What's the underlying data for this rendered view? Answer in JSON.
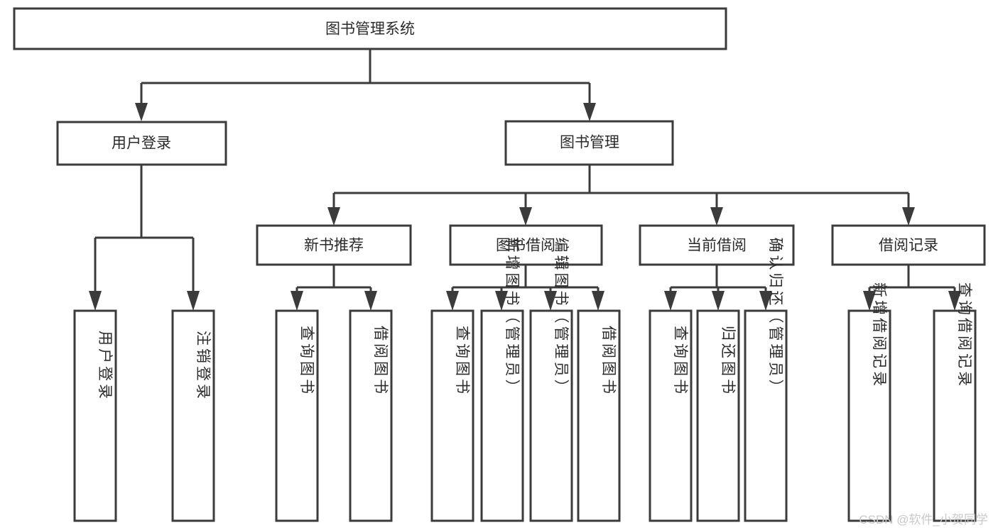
{
  "diagram": {
    "title": "图书管理系统",
    "type": "tree-hierarchy",
    "orientation": "top-down",
    "box_fill": "#ffffff",
    "box_stroke": "#3b3b3b",
    "text_color": "#2b2b2b",
    "root": {
      "label": "图书管理系统"
    },
    "tier2": [
      {
        "label": "用户登录"
      },
      {
        "label": "图书管理"
      }
    ],
    "tier3": [
      {
        "label": "新书推荐"
      },
      {
        "label": "图书借阅"
      },
      {
        "label": "当前借阅"
      },
      {
        "label": "借阅记录"
      }
    ],
    "leaves": {
      "user_login": [
        {
          "label": "用户登录"
        },
        {
          "label": "注销登录"
        }
      ],
      "new_book_recommend": [
        {
          "label": "查询图书"
        },
        {
          "label": "借阅图书"
        }
      ],
      "book_borrow": [
        {
          "label": "查询图书"
        },
        {
          "label": "新增图书（管理员）"
        },
        {
          "label": "编辑图书（管理员）"
        },
        {
          "label": "借阅图书"
        }
      ],
      "current_borrow": [
        {
          "label": "查询图书"
        },
        {
          "label": "归还图书"
        },
        {
          "label": "确认归还（管理员）"
        }
      ],
      "borrow_record": [
        {
          "label": "新增借阅记录"
        },
        {
          "label": "查询借阅记录"
        }
      ]
    }
  },
  "watermark": {
    "text": "CSDN @软件_小贺同学"
  }
}
